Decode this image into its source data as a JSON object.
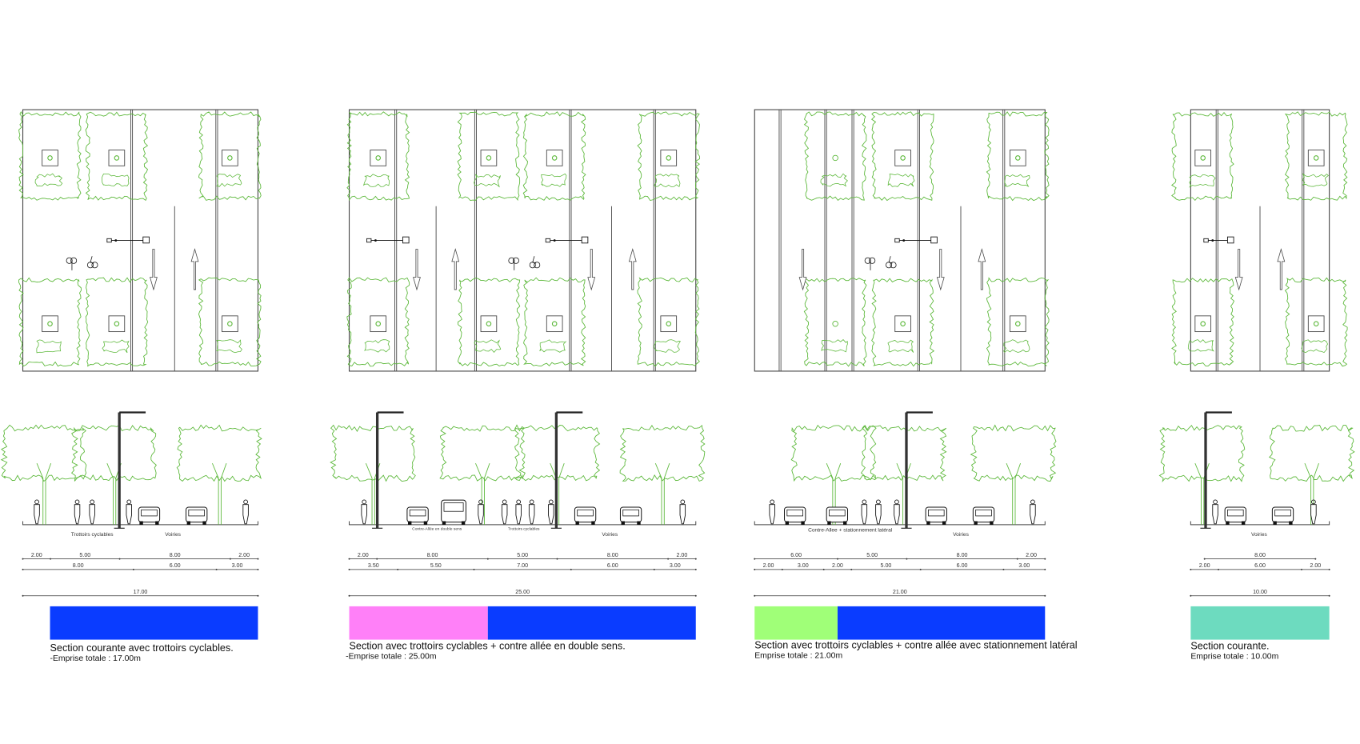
{
  "sections": [
    {
      "elevation_labels": [
        "Trottoirs cyclables",
        "Voiries"
      ],
      "dims_row1": [
        "2.00",
        "5.00",
        "8.00",
        "2.00"
      ],
      "dims_row2": [
        "8.00",
        "6.00",
        "3.00"
      ],
      "total": "17.00",
      "zones": [
        {
          "color": "#0a3cff",
          "meters": 17
        }
      ],
      "caption": "Section courante avec trottoirs cyclables.",
      "subcaption": "-Emprise totale : 17.00m"
    },
    {
      "elevation_labels": [
        "Contre-Allée en double sens",
        "Trottoirs cyclables",
        "Voiries"
      ],
      "dims_row1": [
        "2.00",
        "8.00",
        "5.00",
        "8.00",
        "2.00"
      ],
      "dims_row2": [
        "3.50",
        "5.50",
        "7.00",
        "6.00",
        "3.00"
      ],
      "total": "25.00",
      "zones": [
        {
          "color": "#ff80f8",
          "meters": 10
        },
        {
          "color": "#0a3cff",
          "meters": 15
        }
      ],
      "caption": "Section avec trottoirs cyclables + contre allée en double sens.",
      "subcaption": "-Emprise totale : 25.00m"
    },
    {
      "elevation_labels": [
        "Contre-Allee + stationnement latéral",
        "Voiries"
      ],
      "dims_row1": [
        "6.00",
        "5.00",
        "8.00",
        "2.00"
      ],
      "dims_row2": [
        "2.00",
        "3.00",
        "2.00",
        "5.00",
        "6.00",
        "3.00"
      ],
      "total": "21.00",
      "zones": [
        {
          "color": "#a0ff78",
          "meters": 6
        },
        {
          "color": "#0a3cff",
          "meters": 15
        }
      ],
      "caption": "Section avec trottoirs cyclables + contre allée avec stationnement latéral",
      "subcaption": "Emprise totale : 21.00m"
    },
    {
      "elevation_labels": [
        "Voiries"
      ],
      "dims_row1": [
        "8.00"
      ],
      "dims_row2": [
        "2.00",
        "6.00",
        "2.00"
      ],
      "total": "10.00",
      "zones": [
        {
          "color": "#6ddbbf",
          "meters": 10
        }
      ],
      "caption": "Section courante.",
      "subcaption": "Emprise totale : 10.00m"
    }
  ],
  "colors": {
    "vegetation": "#5cb83a",
    "lines": "#444444"
  }
}
